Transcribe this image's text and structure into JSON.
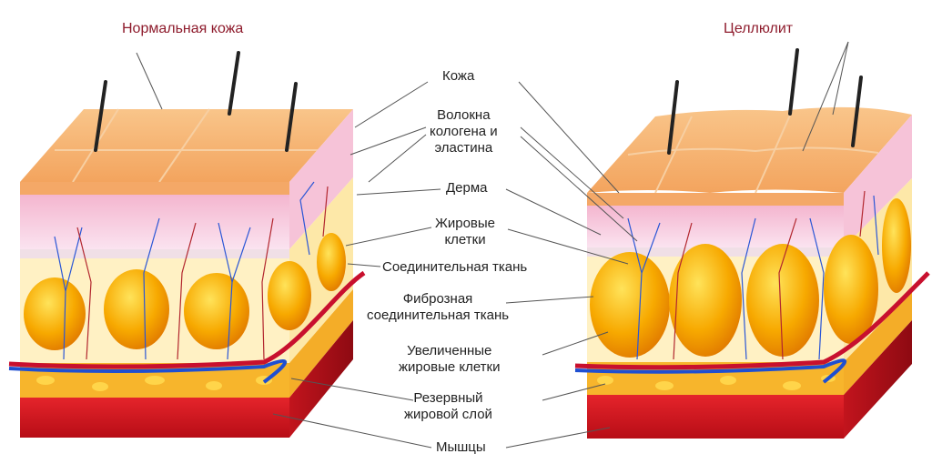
{
  "titles": {
    "normal": "Нормальная кожа",
    "cellulite": "Целлюлит"
  },
  "labels": {
    "skin": "Кожа",
    "fibers": "Волокна\nкологена и\nэластина",
    "dermis": "Дерма",
    "fat_cells": "Жировые\nклетки",
    "connective": "Соединительная ткань",
    "fibrous": "Фиброзная\nсоединительная ткань",
    "enlarged": "Увеличенные\nжировые клетки",
    "reserve": "Резервный\nжировой слой",
    "muscles": "Мышцы"
  },
  "colors": {
    "title": "#8e1b2c",
    "epidermis": "#f6b26e",
    "dermis": "#f3c6dd",
    "fat": "#f5a300",
    "fat_light": "#ffd84d",
    "muscle": "#d4121c",
    "artery": "#c8102e",
    "vein": "#1f4fd1"
  }
}
